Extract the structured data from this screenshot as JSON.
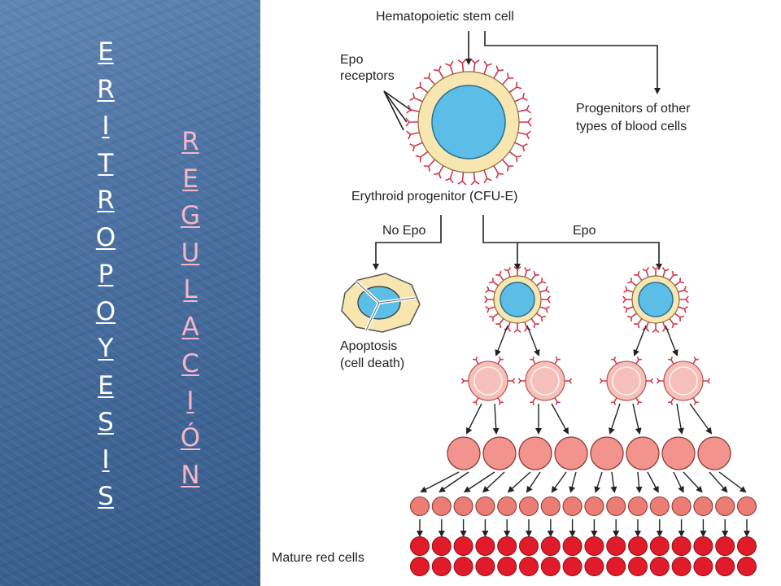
{
  "slide": {
    "title_letters": [
      "E",
      "R",
      "I",
      "T",
      "R",
      "O",
      "P",
      "O",
      "Y",
      "E",
      "S",
      "I",
      "S"
    ],
    "subtitle_letters": [
      "R",
      "E",
      "G",
      "U",
      "L",
      "A",
      "C",
      "I",
      "Ó",
      "N"
    ]
  },
  "diagram": {
    "stem_cell_label": "Hematopoietic stem cell",
    "epo_receptors_line1": "Epo",
    "epo_receptors_line2": "receptors",
    "progenitors_line1": "Progenitors of other",
    "progenitors_line2": "types of blood cells",
    "erythroid_label": "Erythroid progenitor (CFU-E)",
    "no_epo_label": "No Epo",
    "epo_label": "Epo",
    "apoptosis_line1": "Apoptosis",
    "apoptosis_line2": "(cell death)",
    "mature_label": "Mature red cells",
    "colors": {
      "receptor": "#d2344a",
      "progenitor_fill": "#5cbde6",
      "membrane": "#f7e6b0",
      "early_cell": "#f6c0ba",
      "mid_cell": "#f2938d",
      "small_cell": "#ec7d74",
      "mature_cell": "#e11b2a"
    }
  }
}
